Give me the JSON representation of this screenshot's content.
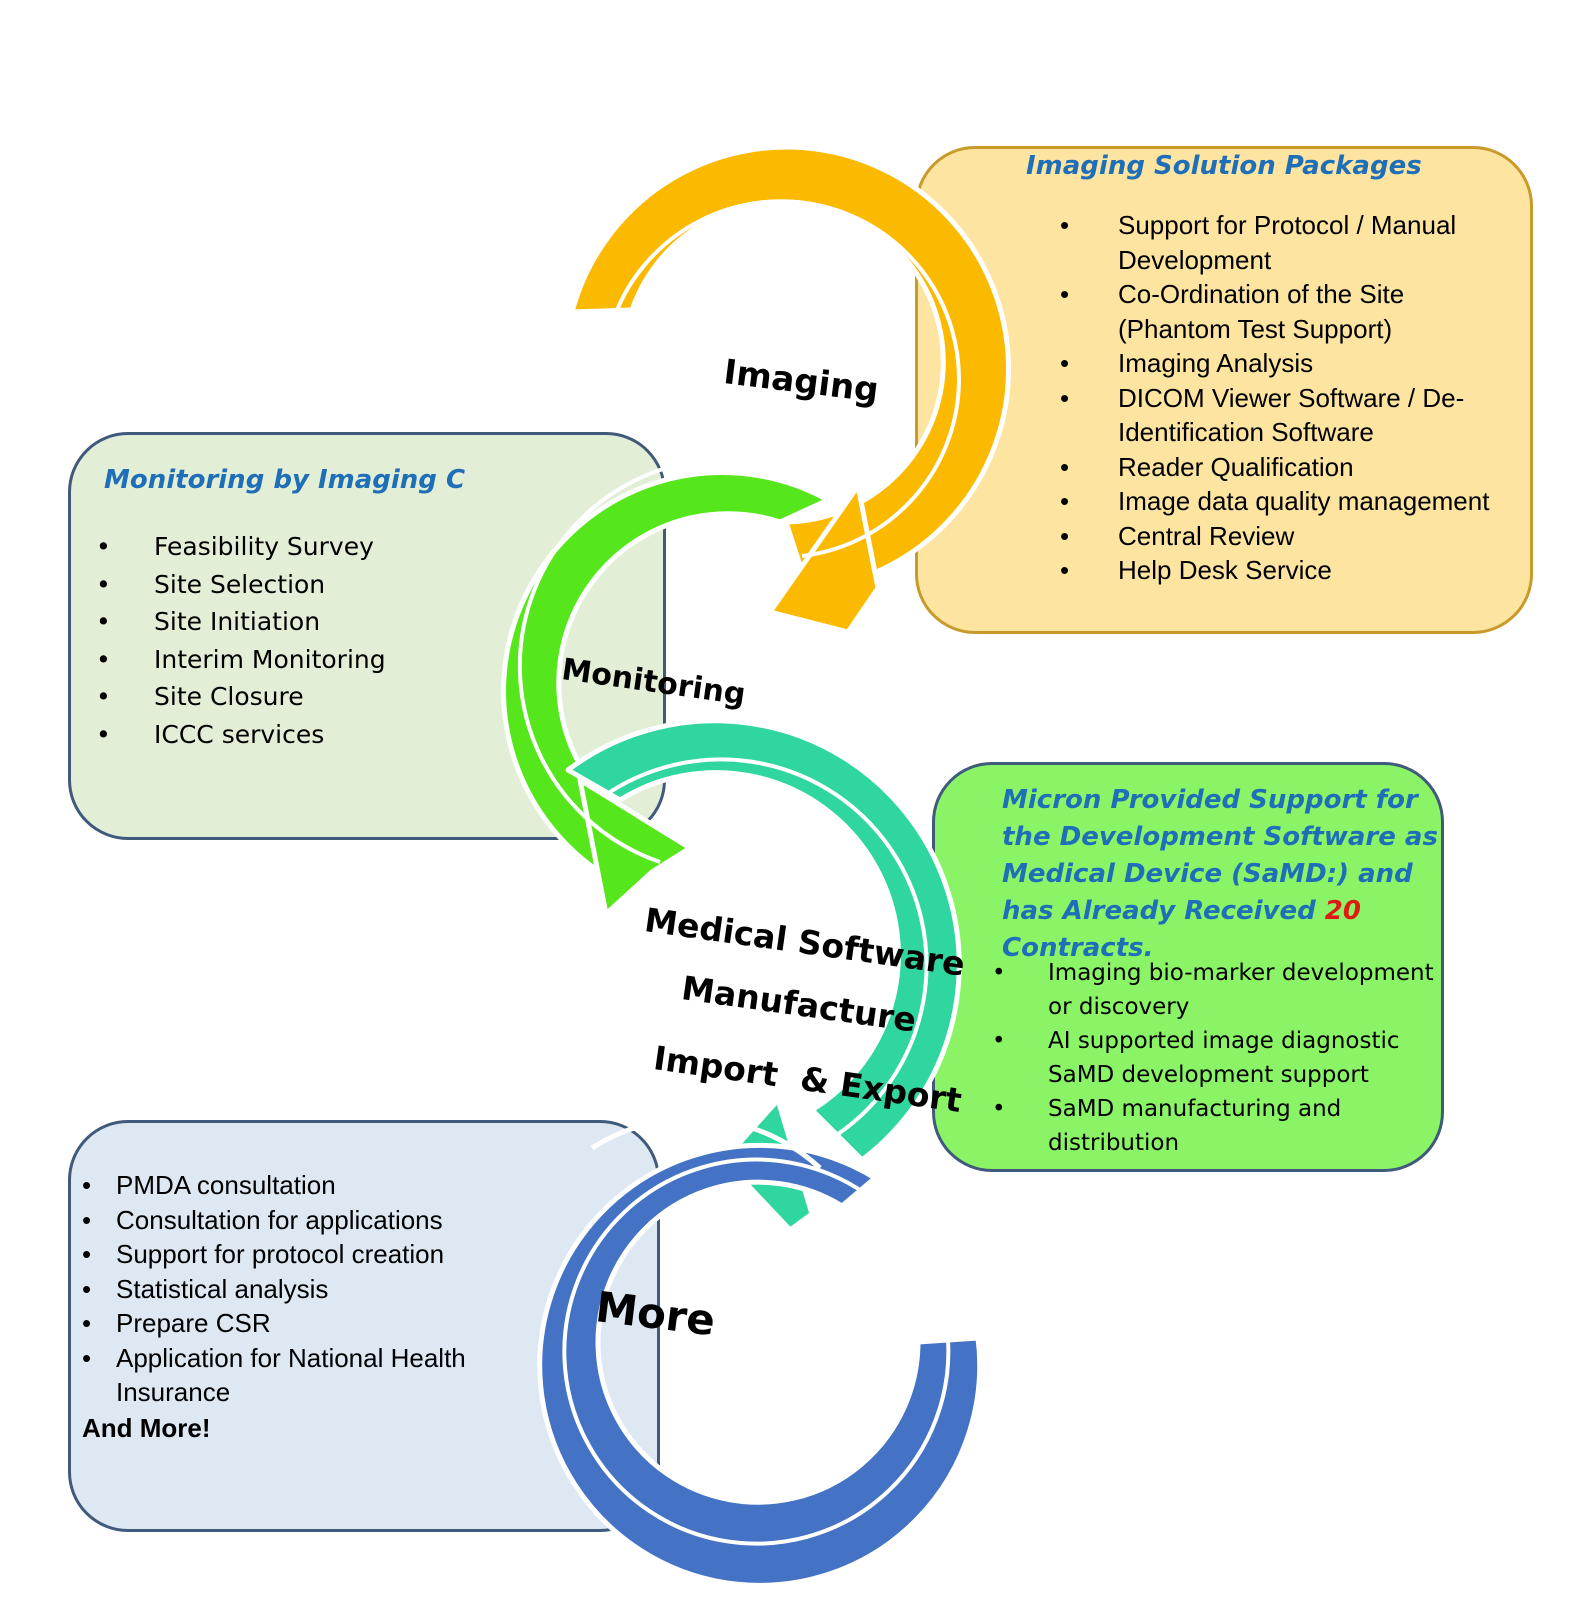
{
  "imaging_box": {
    "title": "Imaging Solution Packages",
    "items": [
      "Support for Protocol / Manual Development",
      "Co-Ordination of the Site (Phantom Test Support)",
      "Imaging Analysis",
      "DICOM Viewer Software / De-Identification Software",
      "Reader Qualification",
      "Image data quality management",
      "Central Review",
      "Help Desk Service"
    ]
  },
  "monitoring_box": {
    "title": "Monitoring by Imaging C",
    "items": [
      "Feasibility Survey",
      "Site Selection",
      "Site Initiation",
      "Interim Monitoring",
      "Site Closure",
      "ICCC services"
    ]
  },
  "samd_box": {
    "title_part1": "Micron Provided Support for the Development Software as Medical Device (SaMD:) and has Already Received ",
    "title_number": "20",
    "title_part2": " Contracts.",
    "items": [
      "Imaging bio-marker development or discovery",
      "AI supported image diagnostic SaMD development support",
      "SaMD manufacturing and distribution"
    ]
  },
  "more_box": {
    "items": [
      "PMDA consultation",
      "Consultation for applications",
      "Support for protocol creation",
      "Statistical analysis",
      "Prepare CSR",
      "Application for National Health Insurance"
    ],
    "footer": "And More!"
  },
  "cycle_labels": {
    "imaging": "Imaging",
    "monitoring": "Monitoring",
    "medical_software": "Medical Software",
    "manufacture": "Manufacture",
    "import_export": "Import  & Export",
    "more": "More"
  },
  "colors": {
    "imaging_arrow": "#fbb900",
    "monitoring_arrow": "#56e61c",
    "samd_arrow": "#2fd6a0",
    "more_arrow": "#4472c4"
  }
}
